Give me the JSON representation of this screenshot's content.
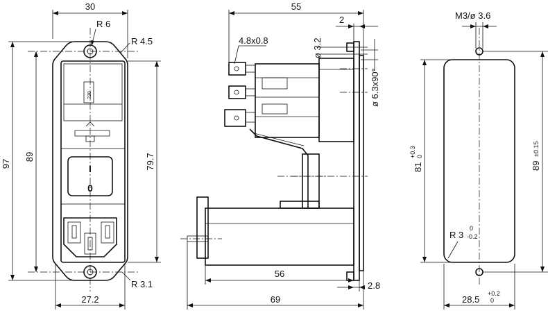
{
  "front_view": {
    "width_top": "30",
    "radius_top": "R 6",
    "radius_flange": "R 4.5",
    "height_total": "97",
    "height_flange_holes": "89",
    "height_body": "79.7",
    "width_bottom": "27.2",
    "radius_bottom": "R 3.1",
    "voltage_label": "230",
    "switch_on": "I",
    "switch_off": "0"
  },
  "side_view": {
    "depth_total_top": "55",
    "flange_thickness": "2",
    "terminal_size": "4.8x0.8",
    "hole_diameter": "ø 3.2",
    "terminal_angle": "ø 6.3x90°",
    "depth_body": "56",
    "depth_total_bottom": "69",
    "panel_thickness": "2.8"
  },
  "cutout_view": {
    "screw_label": "M3/ø 3.6",
    "height_cutout": "81",
    "height_cutout_tol_upper": "+0.3",
    "height_cutout_tol_lower": "0",
    "height_holes": "89",
    "height_holes_tol": "±0.15",
    "corner_radius": "R 3",
    "corner_radius_tol_upper": "0",
    "corner_radius_tol_lower": "-0.2",
    "width_cutout": "28.5",
    "width_cutout_tol_upper": "+0.2",
    "width_cutout_tol_lower": "0"
  }
}
